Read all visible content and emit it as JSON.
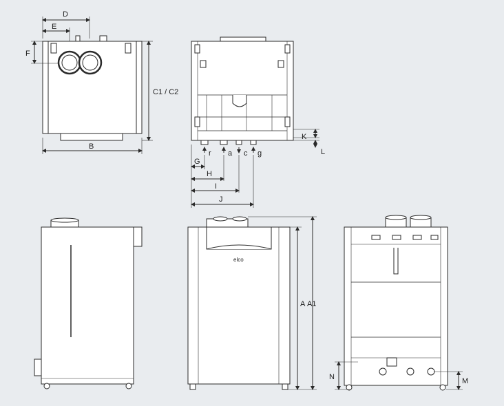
{
  "top_view": {
    "D": "D",
    "E": "E",
    "F": "F",
    "C": "C1 / C2",
    "B": "B"
  },
  "bottom_view": {
    "K": "K",
    "L": "L",
    "r": "r",
    "a": "a",
    "c": "c",
    "g": "g",
    "G": "G",
    "H": "H",
    "I": "I",
    "J": "J"
  },
  "front_view": {
    "brand": "elco",
    "A": "A",
    "A1": "A1"
  },
  "rear_view": {
    "N": "N",
    "M": "M"
  },
  "colors": {
    "background": "#e9ecef",
    "line": "#2a2a2a",
    "fill": "#ffffff"
  }
}
